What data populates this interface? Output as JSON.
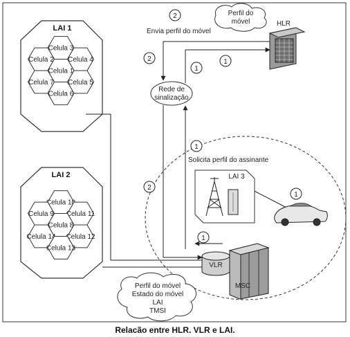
{
  "caption": "Relacão entre HLR. VLR e LAI.",
  "lai1": {
    "title": "LAI 1",
    "cells": [
      "Celula 3",
      "Celula 2",
      "Celula 4",
      "Celula 1",
      "Celula 7",
      "Celula 5",
      "Celula 6"
    ]
  },
  "lai2": {
    "title": "LAI 2",
    "cells": [
      "Celula 10",
      "Celula 9",
      "Celula 11",
      "Celula 8",
      "Celula 14",
      "Celula 12",
      "Celula 13"
    ]
  },
  "lai3": {
    "title": "LAI 3"
  },
  "hlr": {
    "label": "HLR",
    "cloud_line1": "Perfil do",
    "cloud_line2": "móvel"
  },
  "network": {
    "line1": "Rede de",
    "line2": "sinalização"
  },
  "vlr": {
    "label": "VLR"
  },
  "msc": {
    "label": "MSC"
  },
  "vlr_cloud": {
    "lines": [
      "Perfil do móvel",
      "Estado do móvel",
      "LAI",
      "TMSI"
    ]
  },
  "messages": {
    "send_profile": "Envia perfil do móvel",
    "request_profile": "Solicita perfil do assinante"
  },
  "step_numbers": {
    "one": "1",
    "two": "2"
  }
}
